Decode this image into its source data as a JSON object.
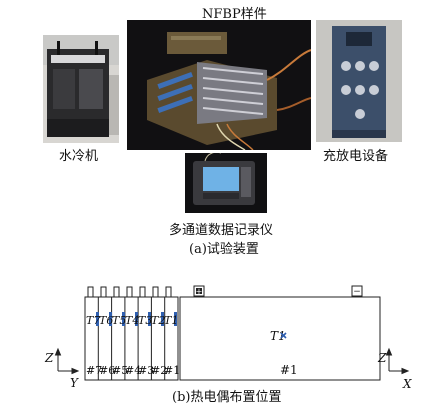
{
  "top": {
    "title": "NFBP样件",
    "labels": {
      "chiller": "水冷机",
      "charger": "充放电设备",
      "logger": "多通道数据记录仪"
    },
    "caption": "(a)试验装置"
  },
  "bottom": {
    "caption": "(b)热电偶布置位置",
    "side_view": {
      "cells": [
        "#7",
        "#6",
        "#5",
        "#4",
        "#3",
        "#2",
        "#1"
      ],
      "sensors": [
        "T7",
        "T6",
        "T5",
        "T4",
        "T3",
        "T2",
        "T1"
      ],
      "axis_vertical": "Z",
      "axis_horizontal": "Y"
    },
    "front_view": {
      "sensor": "T1",
      "cell": "#1",
      "axis_vertical": "Z",
      "axis_horizontal": "X",
      "terminal_positive": "+",
      "terminal_negative": "−"
    }
  },
  "colors": {
    "line": "#222222",
    "sensor_mark": "#2f5fb0"
  }
}
